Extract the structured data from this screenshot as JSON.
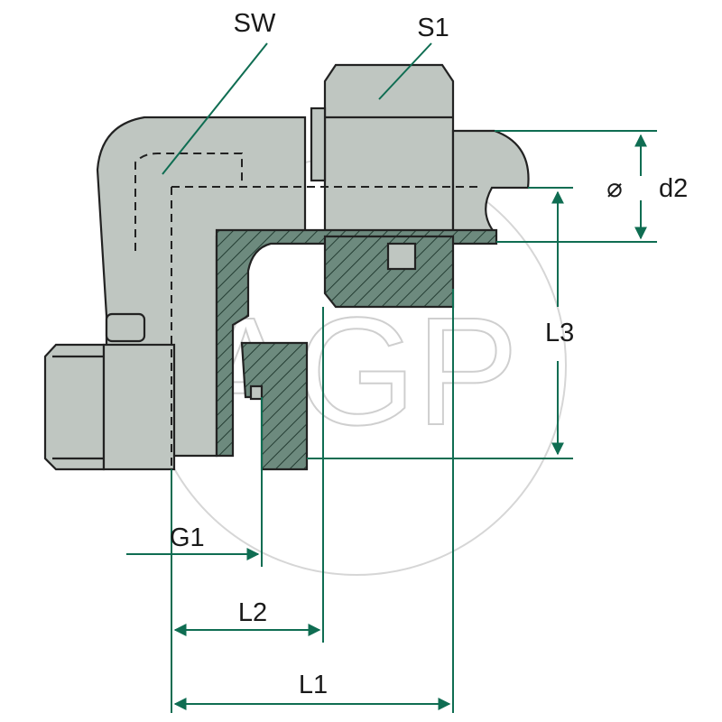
{
  "colors": {
    "body_fill": "#bfc6c1",
    "section_fill": "#6d8a7e",
    "outline": "#222222",
    "dimension_line": "#0f6d52",
    "watermark": "#cfcfcf"
  },
  "labels": {
    "sw": "SW",
    "s1": "S1",
    "d2": "d2",
    "diameter_symbol": "⌀",
    "l3": "L3",
    "g1": "G1",
    "l2": "L2",
    "l1": "L1"
  },
  "watermark": {
    "text": "AGP"
  }
}
